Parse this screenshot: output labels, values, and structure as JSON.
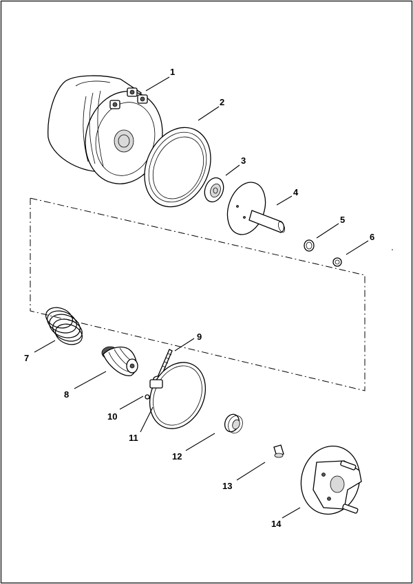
{
  "callouts": [
    {
      "id": "1"
    },
    {
      "id": "2"
    },
    {
      "id": "3"
    },
    {
      "id": "4"
    },
    {
      "id": "5"
    },
    {
      "id": "6"
    },
    {
      "id": "7"
    },
    {
      "id": "8"
    },
    {
      "id": "9"
    },
    {
      "id": "10"
    },
    {
      "id": "11"
    },
    {
      "id": "12"
    },
    {
      "id": "13"
    },
    {
      "id": "14"
    }
  ],
  "colors": {
    "line": "#000000",
    "background": "#ffffff",
    "shade": "#d9d9d9"
  }
}
